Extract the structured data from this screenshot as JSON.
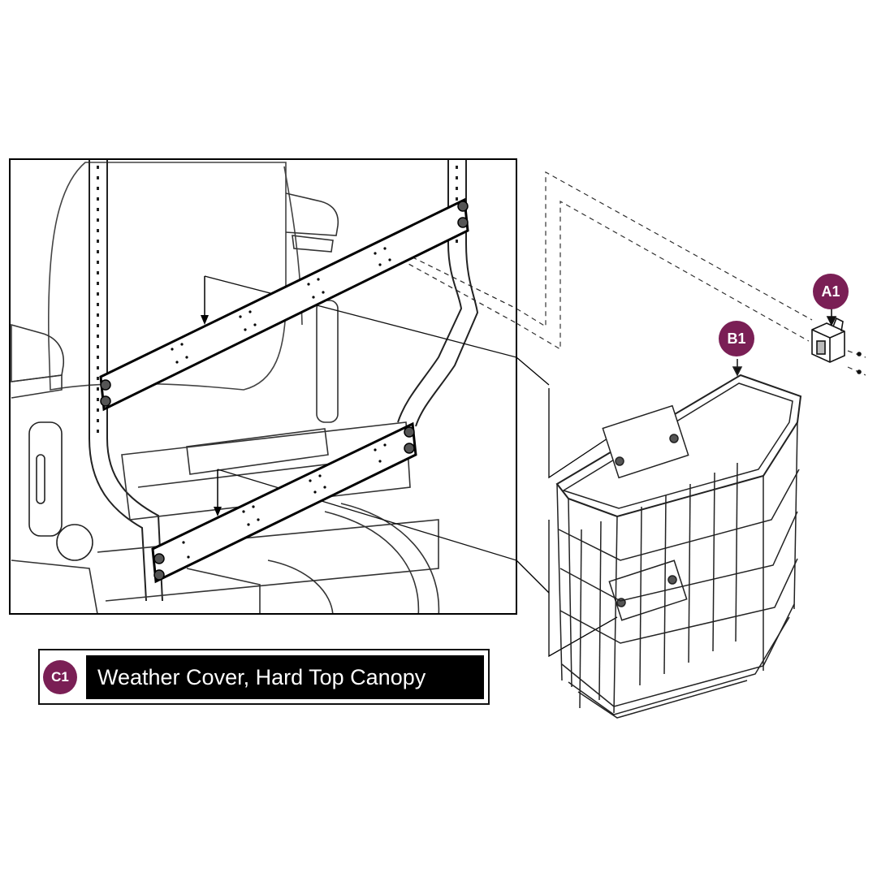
{
  "colors": {
    "callout": "#7a1f55",
    "line": "#111111",
    "bg": "#ffffff",
    "legend_bar": "#000000"
  },
  "callouts": {
    "a1": {
      "label": "A1"
    },
    "b1": {
      "label": "B1"
    }
  },
  "legend": {
    "code": "C1",
    "text": "Weather Cover, Hard Top Canopy"
  }
}
